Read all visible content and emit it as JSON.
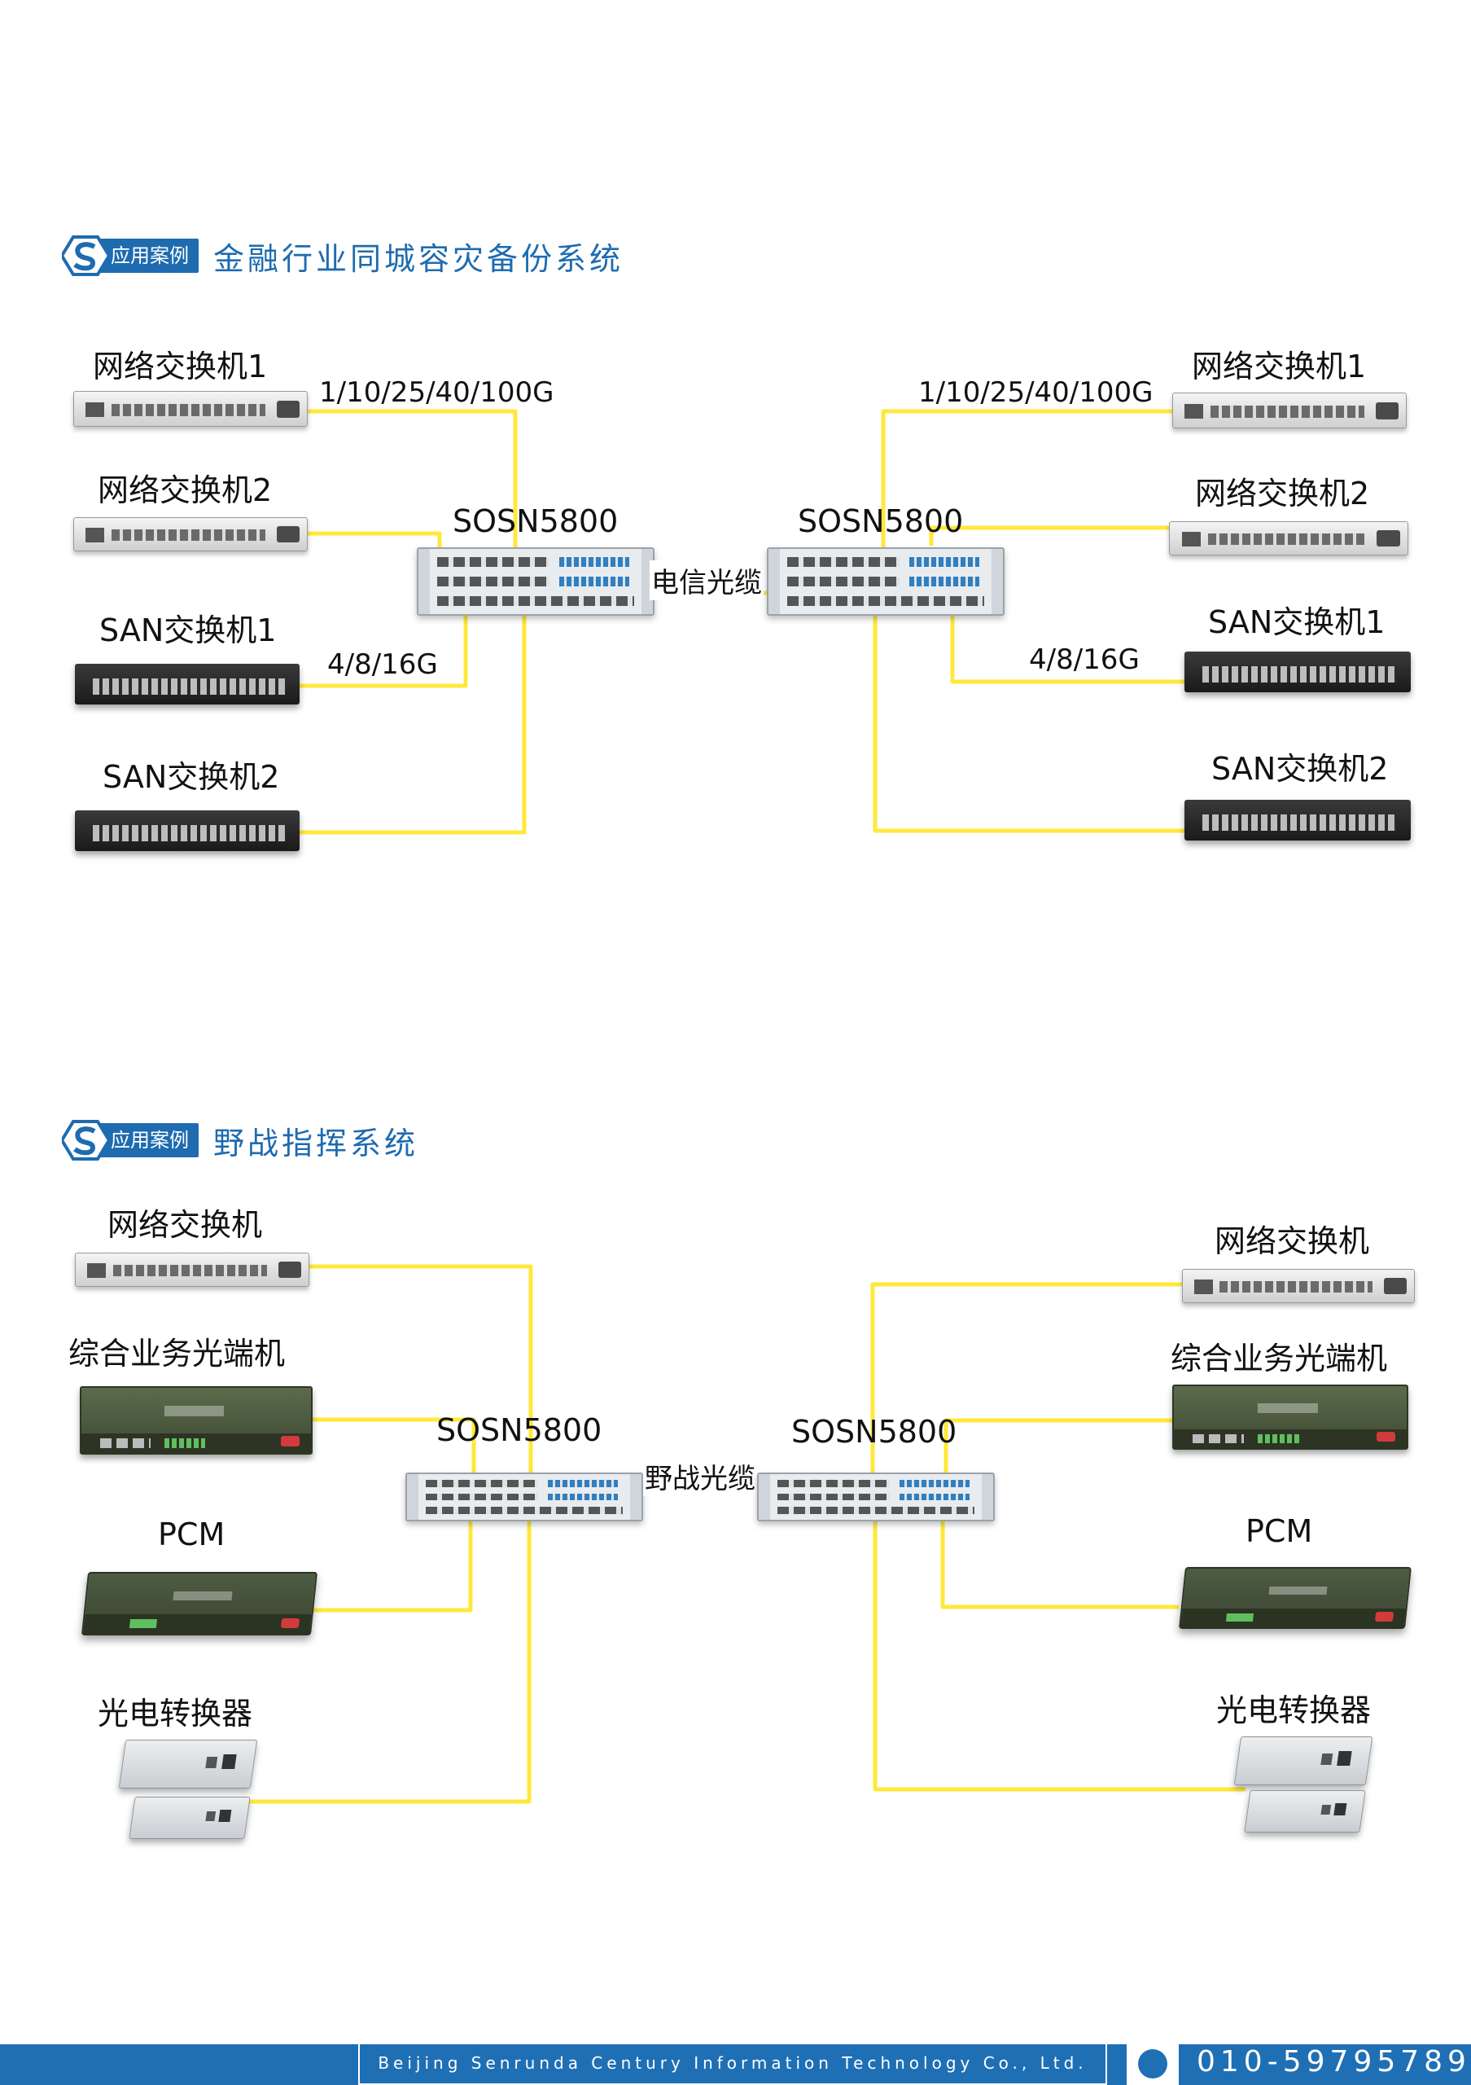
{
  "colors": {
    "cable": "#ffe83a",
    "accent": "#1e6bb0",
    "footer_bg": "#1f6fb4"
  },
  "section1": {
    "badge": "应用案例",
    "title": "金融行业同城容灾备份系统",
    "left": {
      "net1": "网络交换机1",
      "net2": "网络交换机2",
      "san1": "SAN交换机1",
      "san2": "SAN交换机2",
      "rate_eth": "1/10/25/40/100G",
      "rate_fc": "4/8/16G",
      "node": "SOSN5800"
    },
    "right": {
      "net1": "网络交换机1",
      "net2": "网络交换机2",
      "san1": "SAN交换机1",
      "san2": "SAN交换机2",
      "rate_eth": "1/10/25/40/100G",
      "rate_fc": "4/8/16G",
      "node": "SOSN5800"
    },
    "link": "电信光缆"
  },
  "section2": {
    "badge": "应用案例",
    "title": "野战指挥系统",
    "left": {
      "net": "网络交换机",
      "otb": "综合业务光端机",
      "pcm": "PCM",
      "conv": "光电转换器",
      "node": "SOSN5800"
    },
    "right": {
      "net": "网络交换机",
      "otb": "综合业务光端机",
      "pcm": "PCM",
      "conv": "光电转换器",
      "node": "SOSN5800"
    },
    "link": "野战光缆"
  },
  "footer": {
    "company": "Beijing Senrunda Century Information Technology Co., Ltd.",
    "phone": "010-59795789"
  }
}
